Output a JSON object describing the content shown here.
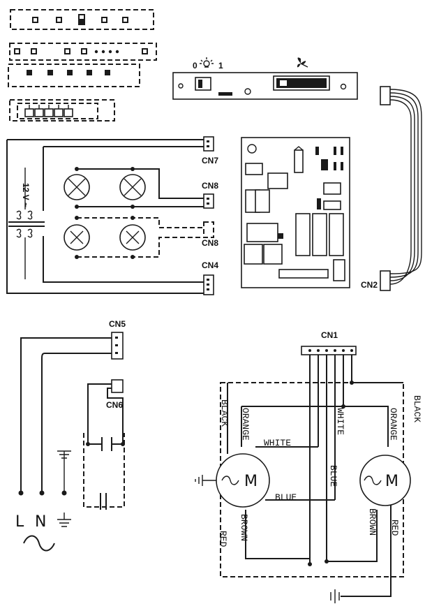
{
  "connectors": {
    "cn7": "CN7",
    "cn8_upper": "CN8",
    "cn8_lower": "CN8",
    "cn4": "CN4",
    "cn2": "CN2",
    "cn5": "CN5",
    "cn6": "CN6",
    "cn1": "CN1"
  },
  "transformer_voltage": "12 V ~",
  "switch_marks": {
    "off": "0",
    "on": "1"
  },
  "mains": {
    "line": "L",
    "neutral": "N"
  },
  "motor_symbol": "M",
  "wires": {
    "black_left": "BLACK",
    "orange_left": "ORANGE",
    "white_center": "WHITE",
    "white_right": "WHITE",
    "orange_right": "ORANGE",
    "black_right": "BLACK",
    "blue_center": "BLUE",
    "blue_vertical": "BLUE",
    "brown_left": "BROWN",
    "red_left": "RED",
    "brown_right": "BROWN",
    "red_right": "RED"
  },
  "icons": [
    "lamp-icon",
    "fan-icon",
    "ground-icon",
    "ac-wave-icon",
    "led-icon"
  ]
}
